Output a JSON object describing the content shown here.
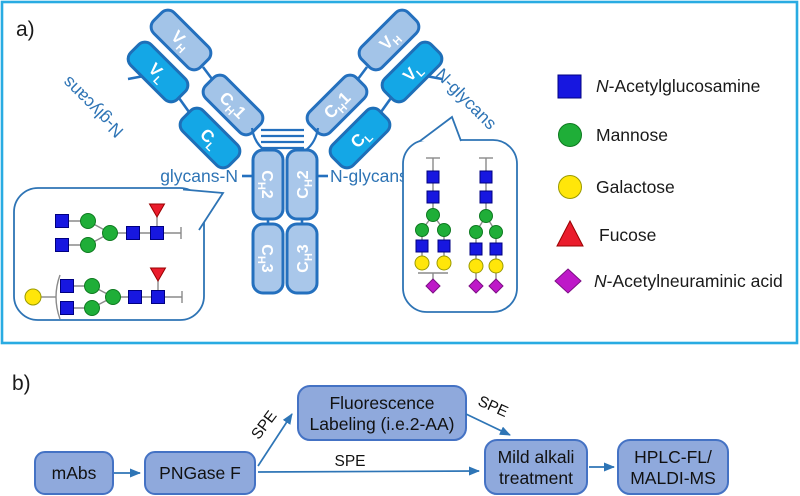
{
  "panel_a": {
    "tag": "a)",
    "antibody": {
      "domains": {
        "vh": {
          "main": "V",
          "sub": "H"
        },
        "vl": {
          "main": "V",
          "sub": "L"
        },
        "ch1": {
          "main": "C",
          "sub": "H",
          "num": "1"
        },
        "cl": {
          "main": "C",
          "sub": "L"
        },
        "ch2": {
          "main": "C",
          "sub": "H",
          "num": "2"
        },
        "ch3": {
          "main": "C",
          "sub": "H",
          "num": "3"
        }
      },
      "glycan_labels": {
        "left_arm": "N-glycans",
        "right_arm": "N-glycans",
        "fc_left": "glycans-N",
        "fc_right": "N-glycans"
      }
    },
    "legend": {
      "items": [
        {
          "symbol": "blue-square",
          "prefix": "N",
          "rest": "-Acetylglucosamine"
        },
        {
          "symbol": "green-circle",
          "prefix": "",
          "rest": "Mannose"
        },
        {
          "symbol": "yellow-circle",
          "prefix": "",
          "rest": "Galactose"
        },
        {
          "symbol": "red-triangle",
          "prefix": "",
          "rest": "Fucose"
        },
        {
          "symbol": "magenta-diamond",
          "prefix": "N",
          "rest": "-Acetylneuraminic acid"
        }
      ]
    }
  },
  "panel_b": {
    "tag": "b)",
    "boxes": {
      "mabs": "mAbs",
      "pngase": "PNGase F",
      "fluorescence": [
        "Fluorescence",
        "Labeling (i.e.2-AA)"
      ],
      "mild": [
        "Mild alkali",
        "treatment"
      ],
      "hplc": [
        "HPLC-FL/",
        "MALDI-MS"
      ]
    },
    "arrow_labels": {
      "spe_upper": "SPE",
      "spe_middle": "SPE",
      "spe_lower": "SPE"
    }
  },
  "colors": {
    "panel_border": "#29ABE2",
    "domain_light_blue": "#A3C4E8",
    "domain_cyan": "#14A7E6",
    "domain_outline": "#2470BE",
    "label_blue": "#2E74B5",
    "flow_box_fill": "#8FA9DC",
    "flow_box_border": "#4472C4",
    "arrow_blue": "#2E75B6",
    "glcnac_blue": "#1717E0",
    "mannose_green": "#1FAE38",
    "galactose_yellow": "#FFE60A",
    "fucose_red": "#EA1C2C",
    "neu5ac_magenta": "#BE18C8"
  }
}
